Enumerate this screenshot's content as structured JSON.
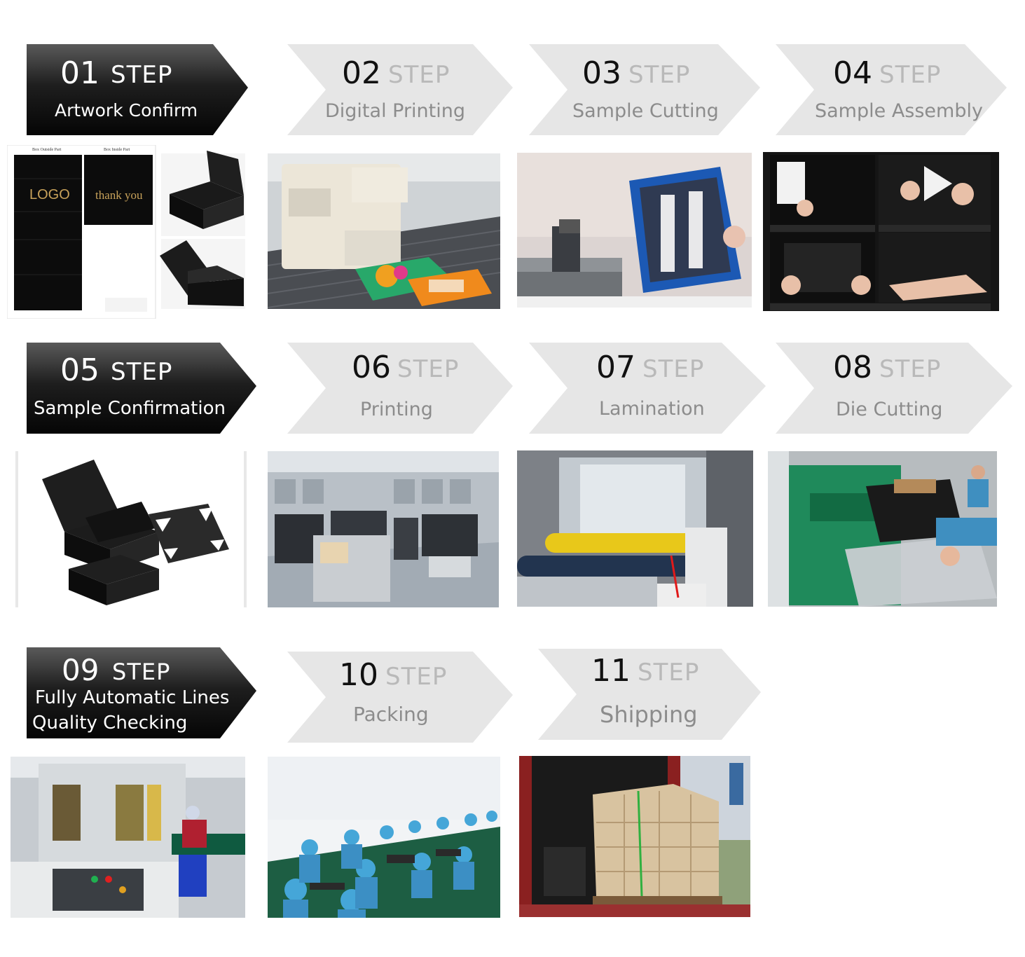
{
  "steps": [
    {
      "num": "01",
      "step": "STEP",
      "title": "Artwork Confirm",
      "style": "dark"
    },
    {
      "num": "02",
      "step": "STEP",
      "title": "Digital Printing",
      "style": "light"
    },
    {
      "num": "03",
      "step": "STEP",
      "title": "Sample Cutting",
      "style": "light"
    },
    {
      "num": "04",
      "step": "STEP",
      "title": "Sample Assembly",
      "style": "light"
    },
    {
      "num": "05",
      "step": "STEP",
      "title": "Sample Confirmation",
      "style": "dark"
    },
    {
      "num": "06",
      "step": "STEP",
      "title": "Printing",
      "style": "light"
    },
    {
      "num": "07",
      "step": "STEP",
      "title": "Lamination",
      "style": "light"
    },
    {
      "num": "08",
      "step": "STEP",
      "title": "Die Cutting",
      "style": "light"
    },
    {
      "num": "09",
      "step": "STEP",
      "title": "Fully Automatic Lines",
      "title2": "Quality Checking",
      "style": "dark"
    },
    {
      "num": "10",
      "step": "STEP",
      "title": "Packing",
      "style": "light"
    },
    {
      "num": "11",
      "step": "STEP",
      "title": "Shipping",
      "style": "light"
    }
  ],
  "artwork": {
    "outside_label": "Box Outside Part",
    "inside_label": "Box Inside Part",
    "logo_text": "LOGO",
    "thankyou_text": "thank you"
  },
  "colors": {
    "dark_banner": "#1b1b1b",
    "light_banner": "#e6e6e6",
    "gold_text": "#c8a25a"
  }
}
